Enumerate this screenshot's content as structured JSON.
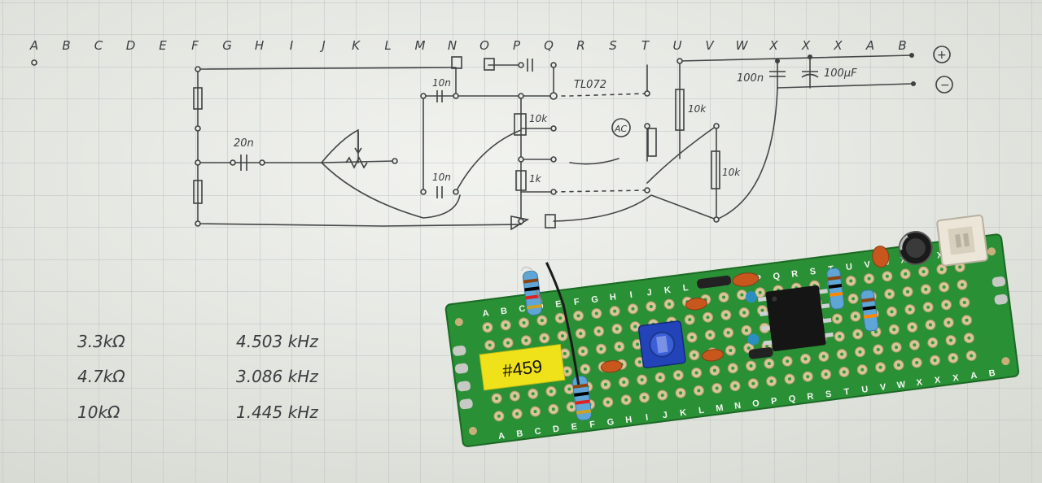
{
  "notebook": {
    "column_letters": [
      "A",
      "B",
      "C",
      "D",
      "E",
      "F",
      "G",
      "H",
      "I",
      "J",
      "K",
      "L",
      "M",
      "N",
      "O",
      "P",
      "Q",
      "R",
      "S",
      "T",
      "U",
      "V",
      "W",
      "X",
      "X",
      "X",
      "A",
      "B"
    ],
    "component_labels": {
      "cap_20n": "20n",
      "cap_10n_top": "10n",
      "cap_10n_bottom": "10n",
      "res_10k_mid": "10k",
      "res_1k": "1k",
      "chip": "TL072",
      "ac_out": "AC",
      "res_10k_right_top": "10k",
      "res_10k_right_bottom": "10k",
      "cap_100n": "100n",
      "cap_100uf": "100µF",
      "rail_plus": "+",
      "rail_minus": "−"
    },
    "measurements": [
      {
        "resistance": "3.3kΩ",
        "frequency": "4.503 kHz"
      },
      {
        "resistance": "4.7kΩ",
        "frequency": "3.086 kHz"
      },
      {
        "resistance": "10kΩ",
        "frequency": "1.445 kHz"
      }
    ]
  },
  "board": {
    "tag": "#459",
    "colors": {
      "pcb": "#2d9a3a",
      "pad": "#d9c59a",
      "label": "#f0e21a",
      "trimmer": "#2244b8",
      "chip": "#151515",
      "resistor": "#5fa6d6",
      "ceramic_cap": "#c8571e",
      "connector": "#ece6d8"
    }
  }
}
